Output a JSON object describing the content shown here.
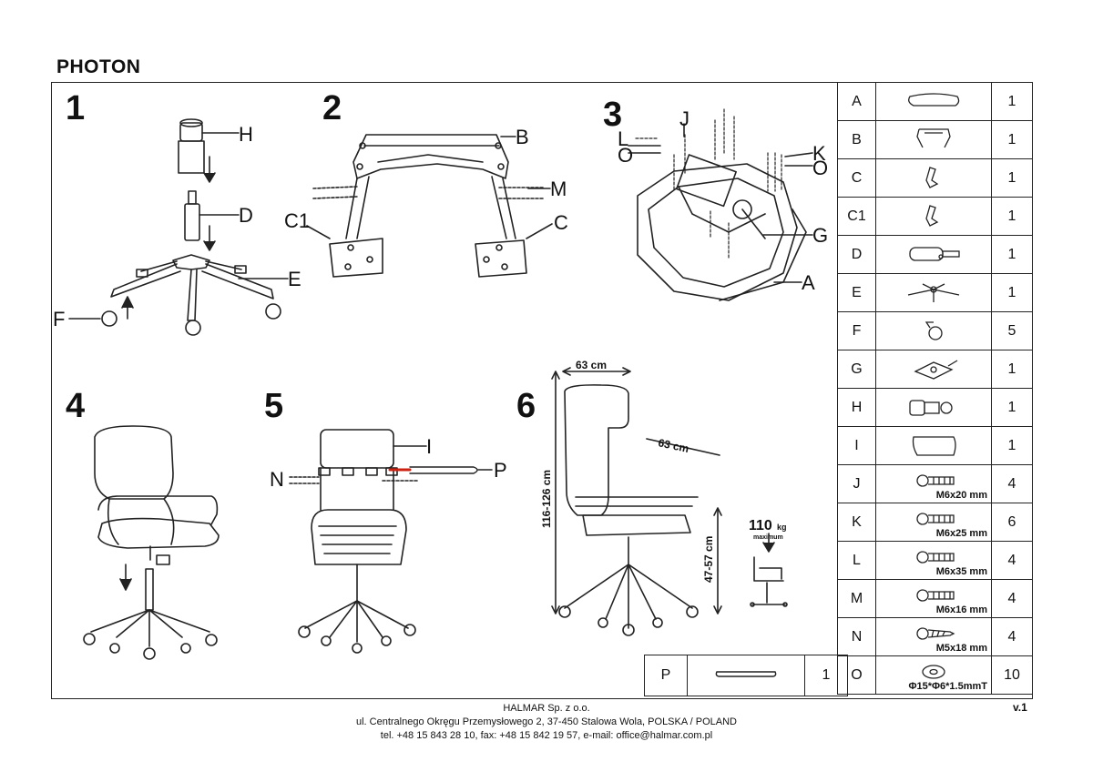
{
  "title": "PHOTON",
  "steps": [
    "1",
    "2",
    "3",
    "4",
    "5",
    "6"
  ],
  "labels": {
    "s1": {
      "H": "H",
      "D": "D",
      "E": "E",
      "F": "F"
    },
    "s2": {
      "B": "B",
      "M": "M",
      "C1": "C1",
      "C": "C"
    },
    "s3": {
      "J": "J",
      "L": "L",
      "O1": "O",
      "K": "K",
      "O2": "O",
      "G": "G",
      "A": "A"
    },
    "s5": {
      "I": "I",
      "N": "N",
      "P": "P"
    }
  },
  "dimensions": {
    "width": "63 cm",
    "depth": "63 cm",
    "height": "116-126 cm",
    "seat_height": "47-57 cm",
    "max_load": "110",
    "max_load_unit": "kg",
    "max_load_note": "maximum"
  },
  "parts": [
    {
      "id": "A",
      "qty": "1",
      "icon": "seat-icon"
    },
    {
      "id": "B",
      "qty": "1",
      "icon": "backrest-frame-icon"
    },
    {
      "id": "C",
      "qty": "1",
      "icon": "armrest-icon"
    },
    {
      "id": "C1",
      "qty": "1",
      "icon": "armrest-icon"
    },
    {
      "id": "D",
      "qty": "1",
      "icon": "gas-lift-icon"
    },
    {
      "id": "E",
      "qty": "1",
      "icon": "star-base-icon"
    },
    {
      "id": "F",
      "qty": "5",
      "icon": "caster-icon"
    },
    {
      "id": "G",
      "qty": "1",
      "icon": "mechanism-icon"
    },
    {
      "id": "H",
      "qty": "1",
      "icon": "cover-icon"
    },
    {
      "id": "I",
      "qty": "1",
      "icon": "headrest-icon"
    },
    {
      "id": "J",
      "qty": "4",
      "icon": "bolt-icon",
      "spec": "M6x20 mm"
    },
    {
      "id": "K",
      "qty": "6",
      "icon": "bolt-icon",
      "spec": "M6x25 mm"
    },
    {
      "id": "L",
      "qty": "4",
      "icon": "bolt-icon",
      "spec": "M6x35 mm"
    },
    {
      "id": "M",
      "qty": "4",
      "icon": "bolt-icon",
      "spec": "M6x16 mm"
    },
    {
      "id": "N",
      "qty": "4",
      "icon": "screw-icon",
      "spec": "M5x18 mm"
    },
    {
      "id": "O",
      "qty": "10",
      "icon": "washer-icon",
      "spec": "Φ15*Φ6*1.5mmT"
    }
  ],
  "part_p": {
    "id": "P",
    "qty": "1",
    "icon": "bar-icon"
  },
  "footer": {
    "company": "HALMAR Sp. z o.o.",
    "address": "ul. Centralnego Okręgu Przemysłowego 2, 37-450 Stalowa Wola, POLSKA / POLAND",
    "contact": "tel. +48 15 843 28 10, fax: +48 15 842 19 57, e-mail: office@halmar.com.pl"
  },
  "version": "v.1"
}
